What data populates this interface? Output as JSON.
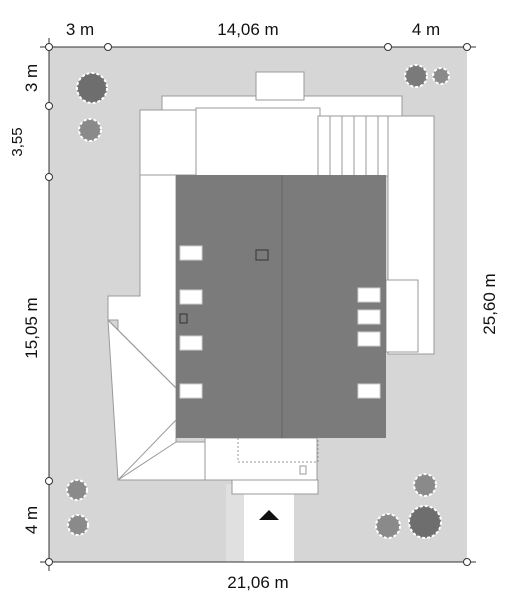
{
  "dimensions": {
    "top_left": "3 m",
    "top_center": "14,06 m",
    "top_right": "4 m",
    "left_top": "3 m",
    "left_upper": "3,55",
    "left_middle": "15,05 m",
    "left_bottom": "4 m",
    "right": "25,60 m",
    "bottom": "21,06 m"
  },
  "colors": {
    "plot": "#d6d6d6",
    "roof": "#7b7b7b",
    "terrace": "#e6e6e6",
    "tree_dark": "#6e6e6e",
    "tree_light": "#8a8a8a"
  },
  "icons": {
    "entrance": "entrance-arrow-icon",
    "trees": "tree-icon"
  }
}
